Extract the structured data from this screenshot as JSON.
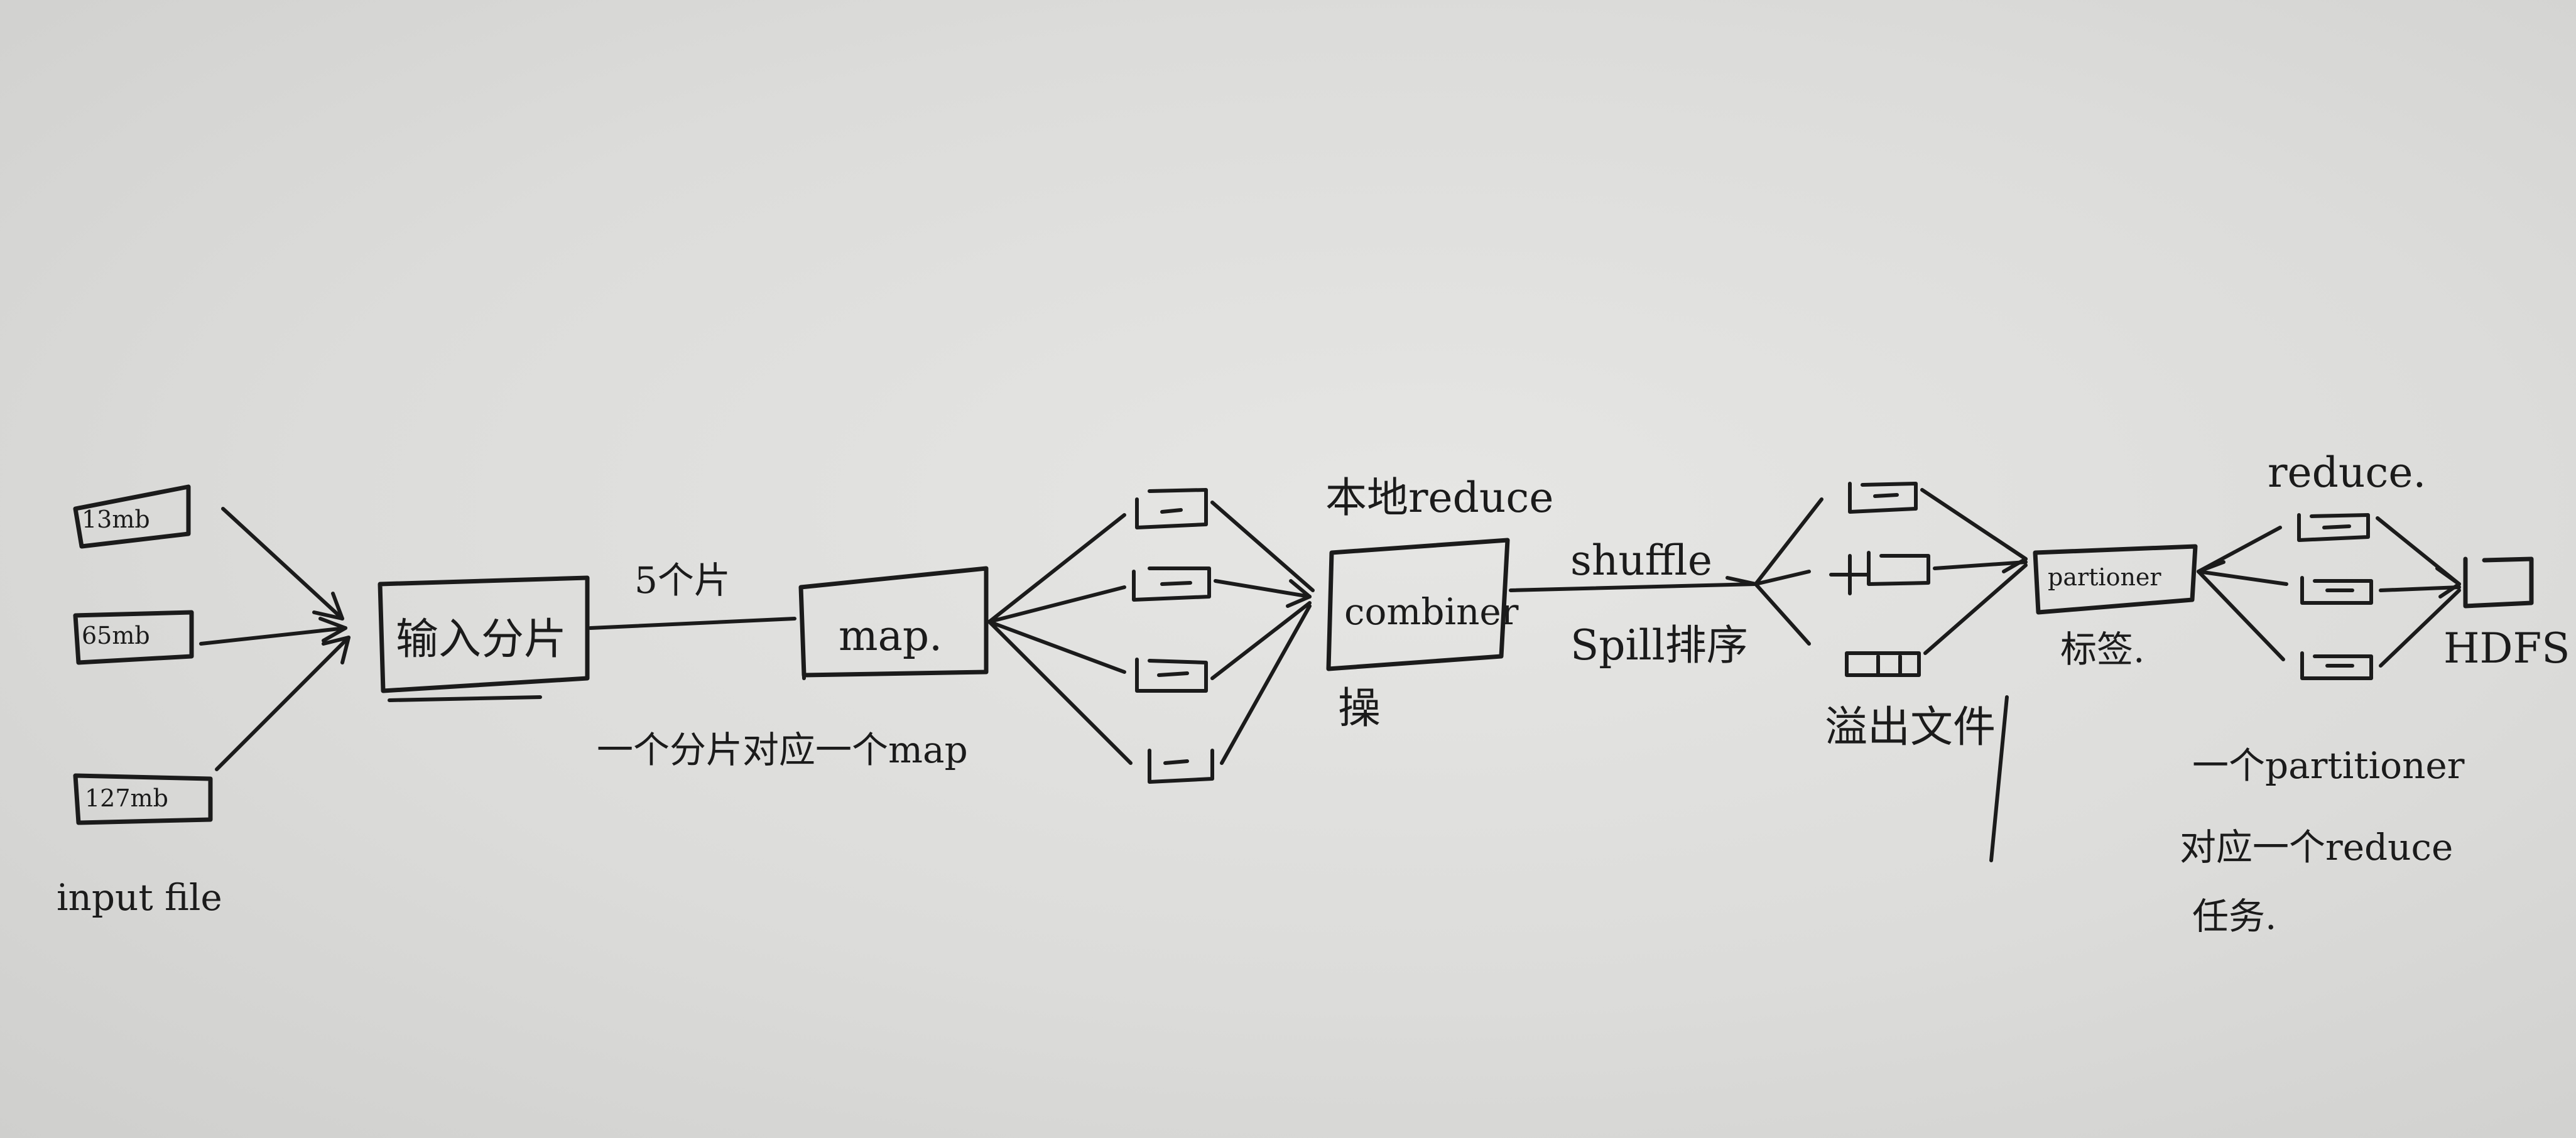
{
  "diagram": {
    "inputs": [
      {
        "label": "13mb"
      },
      {
        "label": "65mb"
      },
      {
        "label": "127mb"
      }
    ],
    "input_caption": "input file",
    "split_box": "输入分片",
    "split_top_note": "5个片",
    "split_bottom_note": "一个分片对应一个map",
    "map_box": "map.",
    "combiner_box": "combiner",
    "combiner_top_note": "本地reduce",
    "combiner_bottom_note": "操",
    "shuffle_label": "shuffle",
    "spill_label": "Spill排序",
    "spill_note": "溢出文件",
    "partitioner_box": "partioner",
    "partitioner_note": "标签.",
    "reduce_label": "reduce.",
    "output_label": "HDFS",
    "partitioner_caption_lines": [
      "一个partitioner",
      "对应一个reduce",
      "任务."
    ]
  }
}
